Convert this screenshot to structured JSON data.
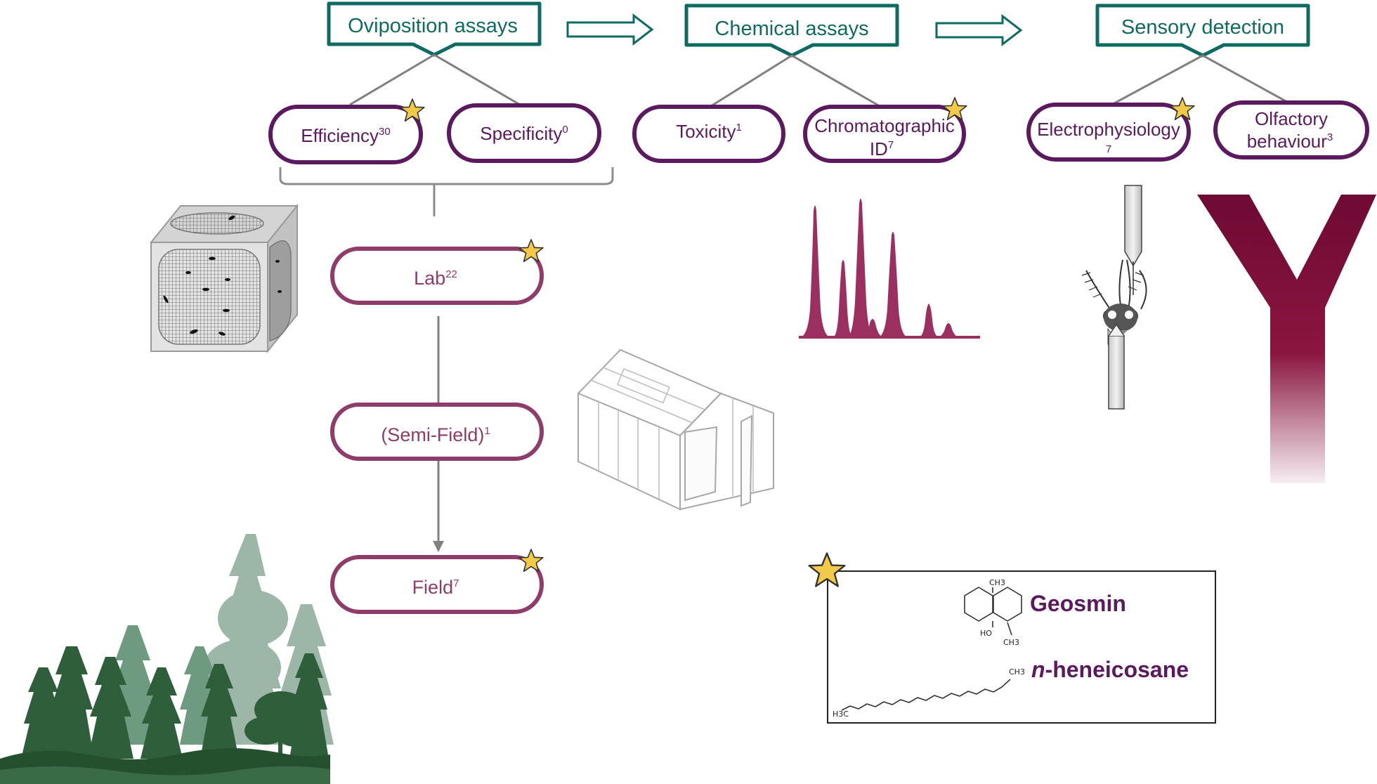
{
  "headers": {
    "oviposition": "Oviposition  assays",
    "chemical": "Chemical assays",
    "sensory": "Sensory detection"
  },
  "assays": {
    "efficiency": {
      "label": "Efficiency",
      "count": "30",
      "starred": true
    },
    "specificity": {
      "label": "Specificity",
      "count": "0",
      "starred": false
    },
    "toxicity": {
      "label": "Toxicity",
      "count": "1",
      "starred": false
    },
    "chromatographic": {
      "label_line1": "Chromatographic",
      "label_line2": "ID",
      "count": "7",
      "starred": true
    },
    "electrophysiology": {
      "label": "Electrophysiology",
      "count": "7",
      "starred": true
    },
    "olfactory": {
      "label_line1": "Olfactory",
      "label_line2": "behaviour",
      "count": "3",
      "starred": false
    }
  },
  "settings": {
    "lab": {
      "label": "Lab",
      "count": "22",
      "starred": true
    },
    "semi_field": {
      "label": "(Semi-Field)",
      "count": "1",
      "starred": false
    },
    "field": {
      "label": "Field",
      "count": "7",
      "starred": true
    }
  },
  "legend": {
    "compound1": {
      "name": "Geosmin",
      "labels": [
        "CH3",
        "HO",
        "CH3"
      ]
    },
    "compound2": {
      "prefix": "n",
      "name": "-heneicosane",
      "labels": [
        "CH3",
        "H3C"
      ]
    }
  },
  "colors": {
    "teal": "#0f6b62",
    "purple": "#5c1a5e",
    "magenta": "#8e3c69",
    "chromatogram": "#9b2f5f",
    "star": "#f3c94a",
    "ymaze_top": "#6e0a34",
    "ymaze_bottom": "#f6eef2"
  },
  "icons": [
    "cage-icon",
    "greenhouse-icon",
    "forest-icon",
    "chromatogram-icon",
    "electrophysiology-icon",
    "y-maze-icon",
    "star-icon"
  ]
}
